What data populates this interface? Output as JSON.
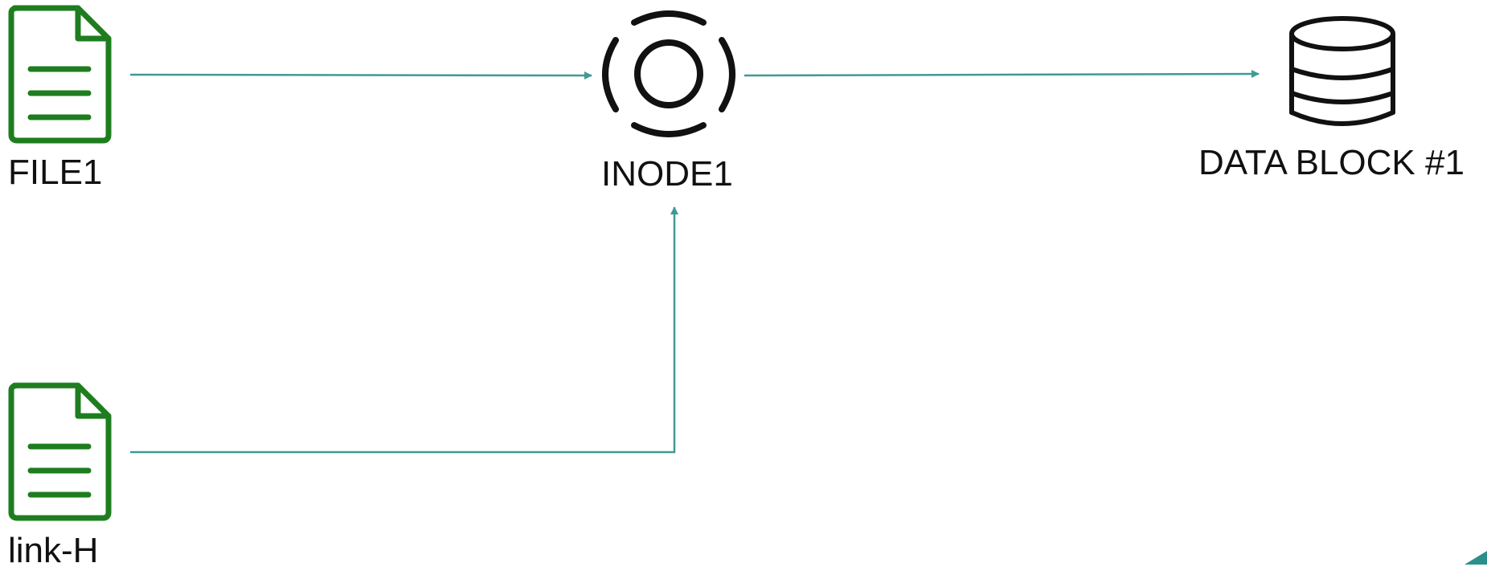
{
  "nodes": {
    "file1": {
      "label": "FILE1",
      "icon": "file-icon"
    },
    "inode1": {
      "label": "INODE1",
      "icon": "inode-icon"
    },
    "datablock": {
      "label": "DATA BLOCK #1",
      "icon": "database-icon"
    },
    "linkh": {
      "label": "link-H",
      "icon": "file-icon"
    }
  },
  "edges": [
    {
      "from": "FILE1",
      "to": "INODE1"
    },
    {
      "from": "INODE1",
      "to": "DATA BLOCK #1"
    },
    {
      "from": "link-H",
      "to": "INODE1"
    }
  ],
  "colors": {
    "file_icon": "#1e7d1e",
    "arrow": "#3f9a94",
    "icon_dark": "#111111",
    "corner_accent": "#2a8f8a"
  }
}
